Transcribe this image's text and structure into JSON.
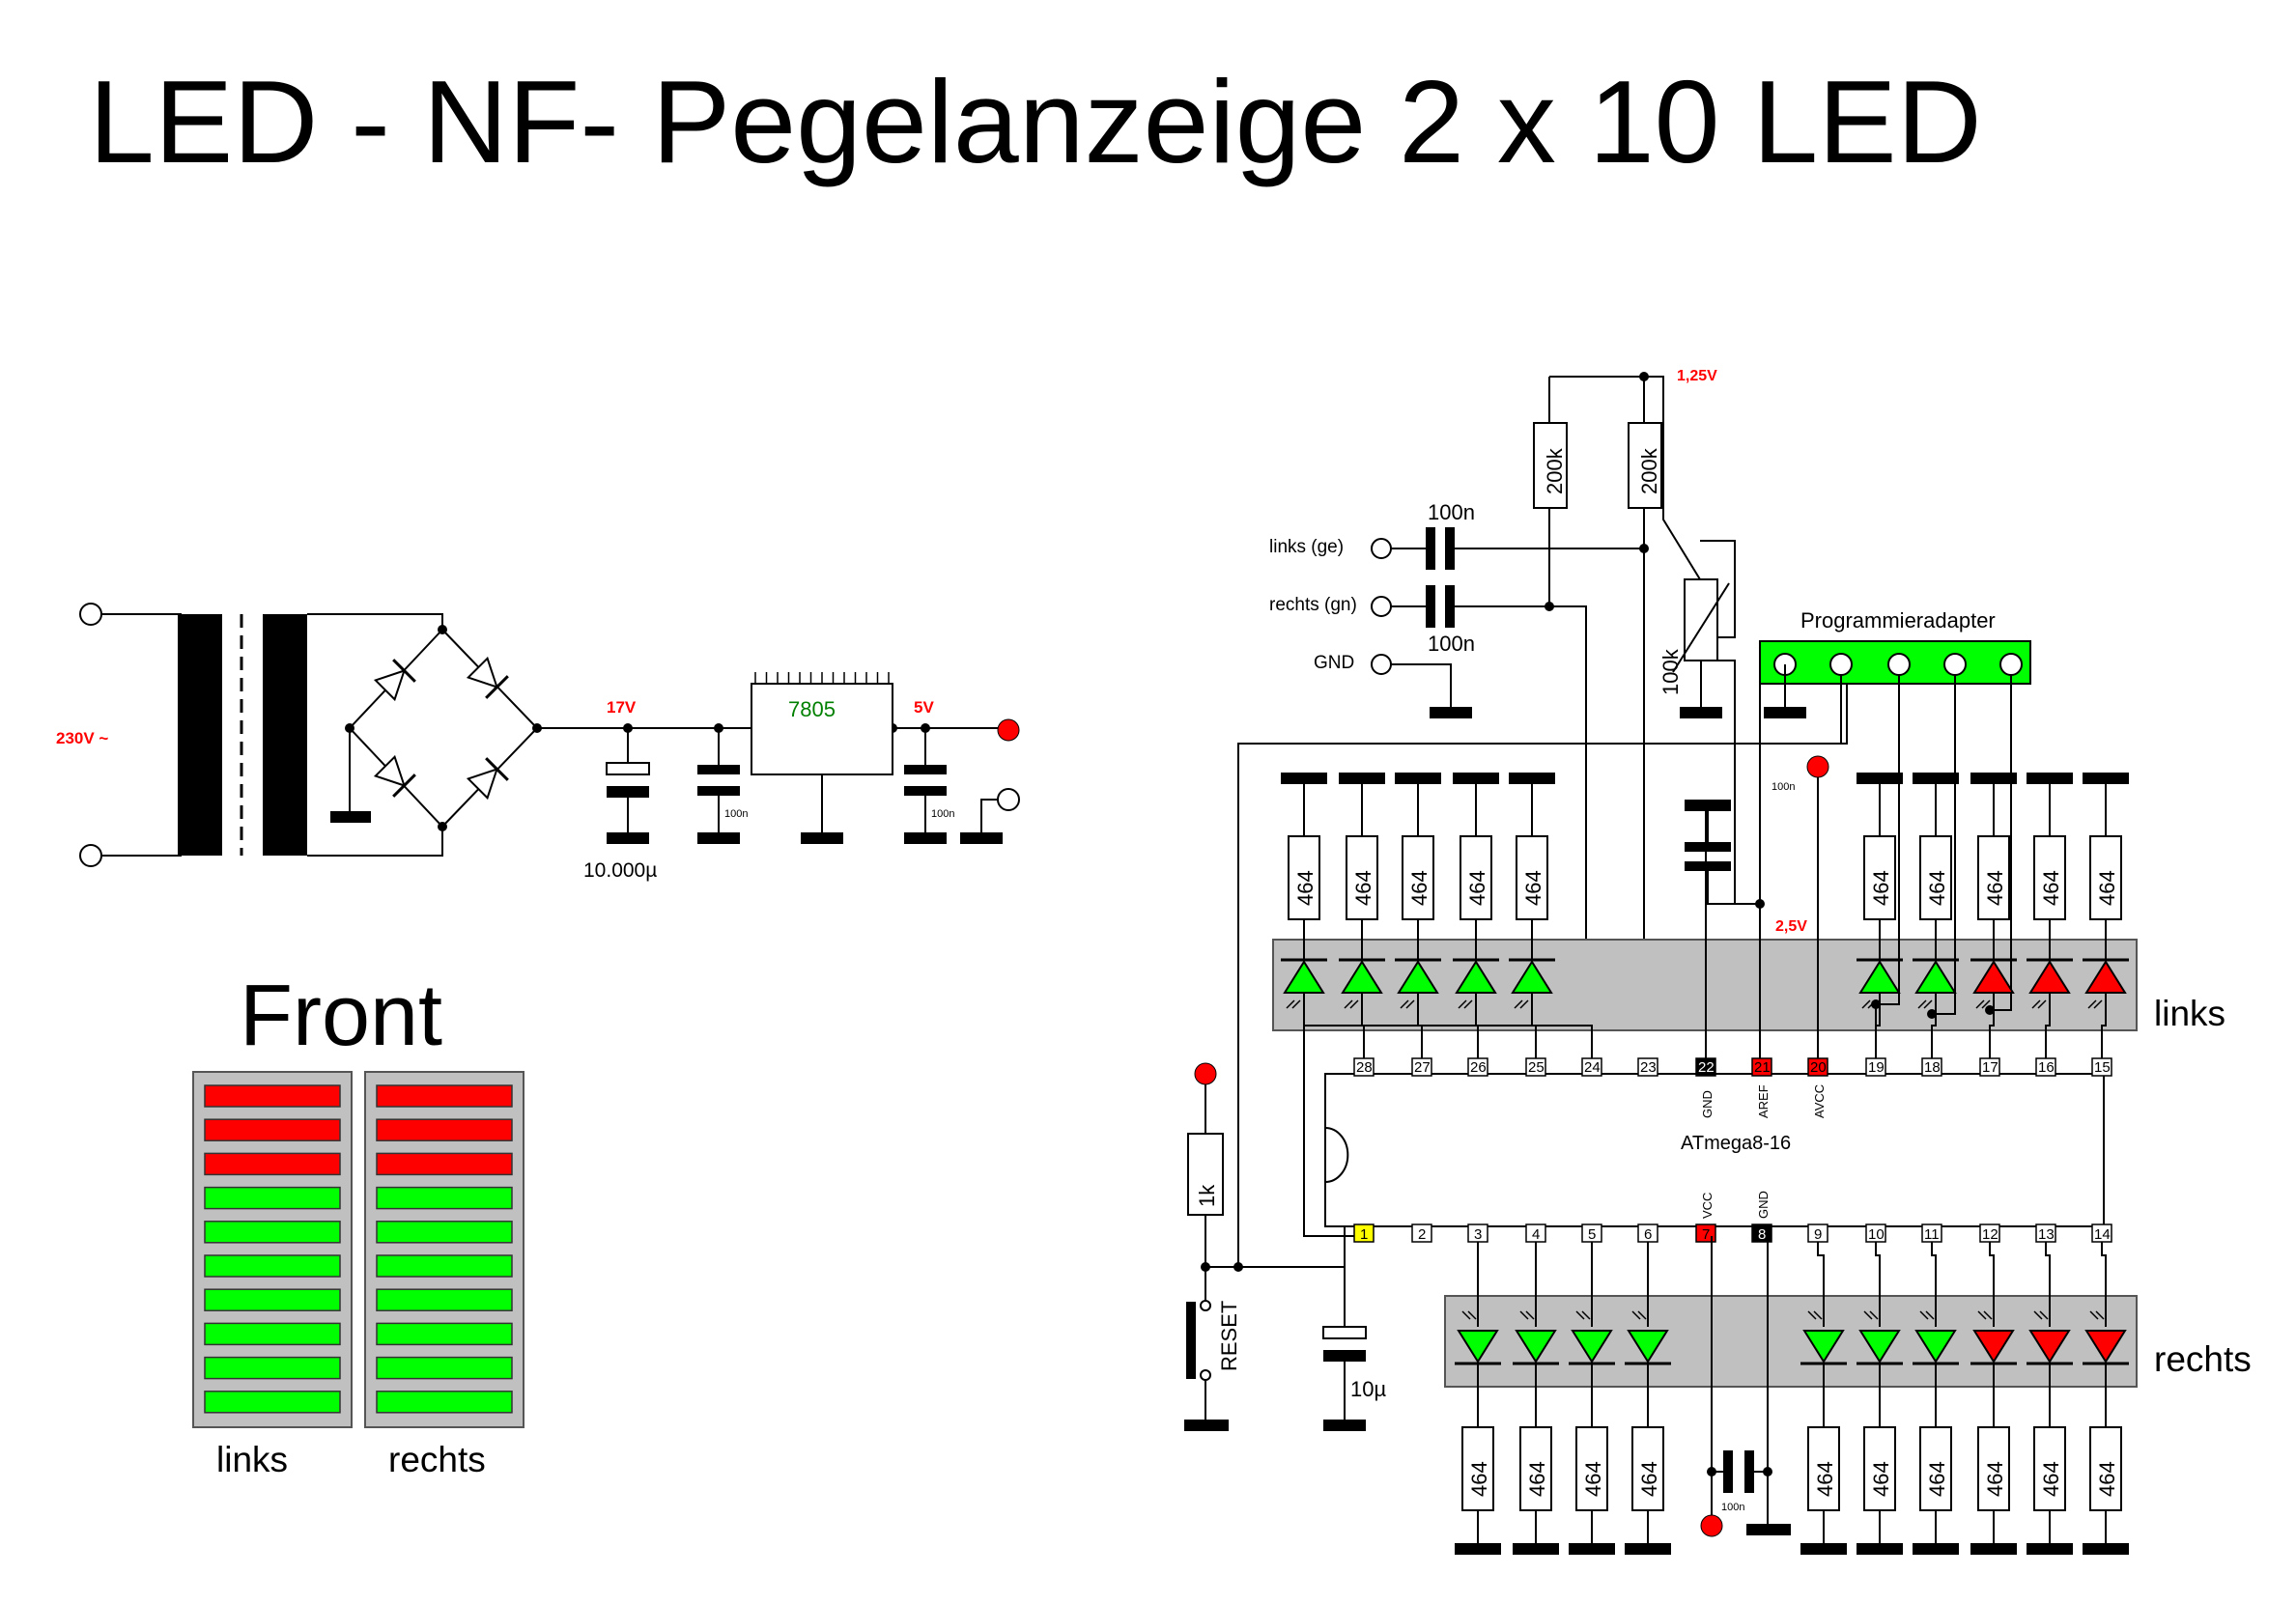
{
  "title": "LED - NF- Pegelanzeige 2 x 10 LED",
  "power": {
    "mains": "230V ~",
    "v17": "17V",
    "v5": "5V",
    "regulator": "7805",
    "cap_main": "10.000µ",
    "cap_small": "100n"
  },
  "front": {
    "title": "Front",
    "left_label": "links",
    "right_label": "rechts",
    "red_count": 3,
    "green_count": 7
  },
  "inputs": {
    "left": "links (ge)",
    "right": "rechts (gn)",
    "gnd": "GND",
    "cap": "100n"
  },
  "divider": {
    "r1": "200k",
    "r2": "200k",
    "pot": "100k",
    "vref": "1,25V",
    "vref2": "2,5V",
    "cap": "100n"
  },
  "programmer": {
    "label": "Programmieradapter"
  },
  "mcu": {
    "name": "ATmega8-16",
    "top_pins": [
      "28",
      "27",
      "26",
      "25",
      "24",
      "23",
      "22",
      "21",
      "20",
      "19",
      "18",
      "17",
      "16",
      "15"
    ],
    "bottom_pins": [
      "1",
      "2",
      "3",
      "4",
      "5",
      "6",
      "7",
      "8",
      "9",
      "10",
      "11",
      "12",
      "13",
      "14"
    ],
    "top_names": {
      "22": "GND",
      "21": "AREF",
      "20": "AVCC"
    },
    "bottom_names": {
      "7": "VCC",
      "8": "GND"
    }
  },
  "leds": {
    "resistor": "464",
    "left_row_label": "links",
    "right_row_label": "rechts"
  },
  "reset": {
    "label": "RESET",
    "resistor": "1k",
    "cap": "10µ"
  },
  "colors": {
    "green": "#00ff00",
    "red": "#ff0000",
    "led_panel": "#c0c0c0",
    "adapter": "#00ff00",
    "pin_yellow": "#ffff00"
  }
}
